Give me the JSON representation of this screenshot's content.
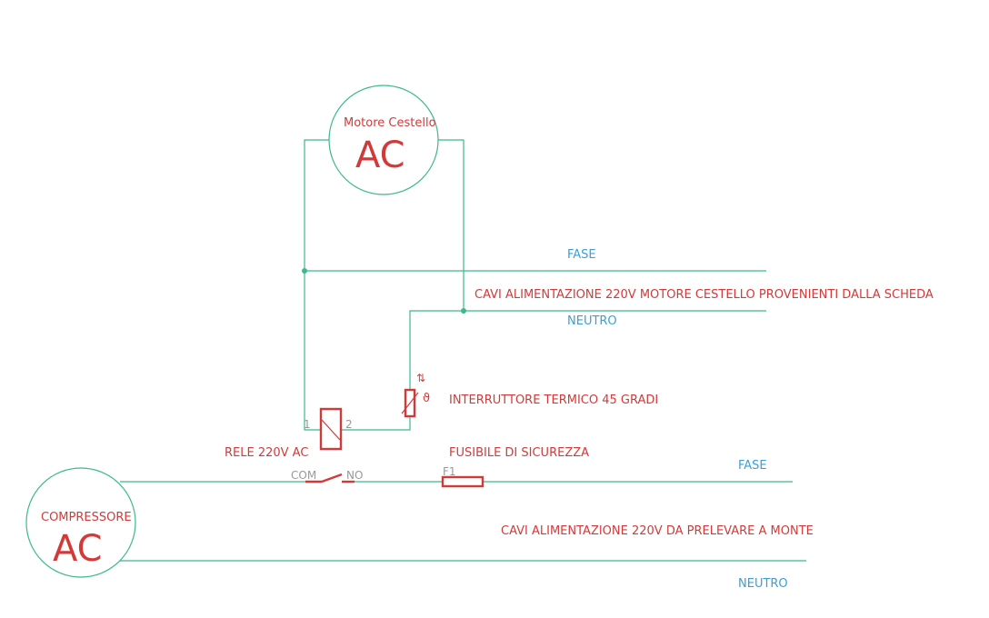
{
  "motor": {
    "name": "Motore Cestello",
    "type": "AC"
  },
  "compressor": {
    "name": "COMPRESSORE",
    "type": "AC"
  },
  "upper_lines": {
    "fase": "FASE",
    "neutro": "NEUTRO",
    "label": "CAVI ALIMENTAZIONE 220V MOTORE CESTELLO PROVENIENTI DALLA SCHEDA"
  },
  "lower_lines": {
    "fase": "FASE",
    "neutro": "NEUTRO",
    "label": "CAVI ALIMENTAZIONE 220V DA PRELEVARE A MONTE"
  },
  "thermal_switch": {
    "label": "INTERRUTTORE TERMICO 45 GRADI"
  },
  "relay": {
    "label": "RELE 220V AC",
    "pin1": "1",
    "pin2": "2",
    "com": "COM",
    "no": "NO"
  },
  "fuse": {
    "label": "FUSIBILE DI SICUREZZA",
    "ref": "F1"
  },
  "colors": {
    "wire": "#3cb88f",
    "component": "#d23a3a",
    "net_label": "#3a9fd6"
  }
}
